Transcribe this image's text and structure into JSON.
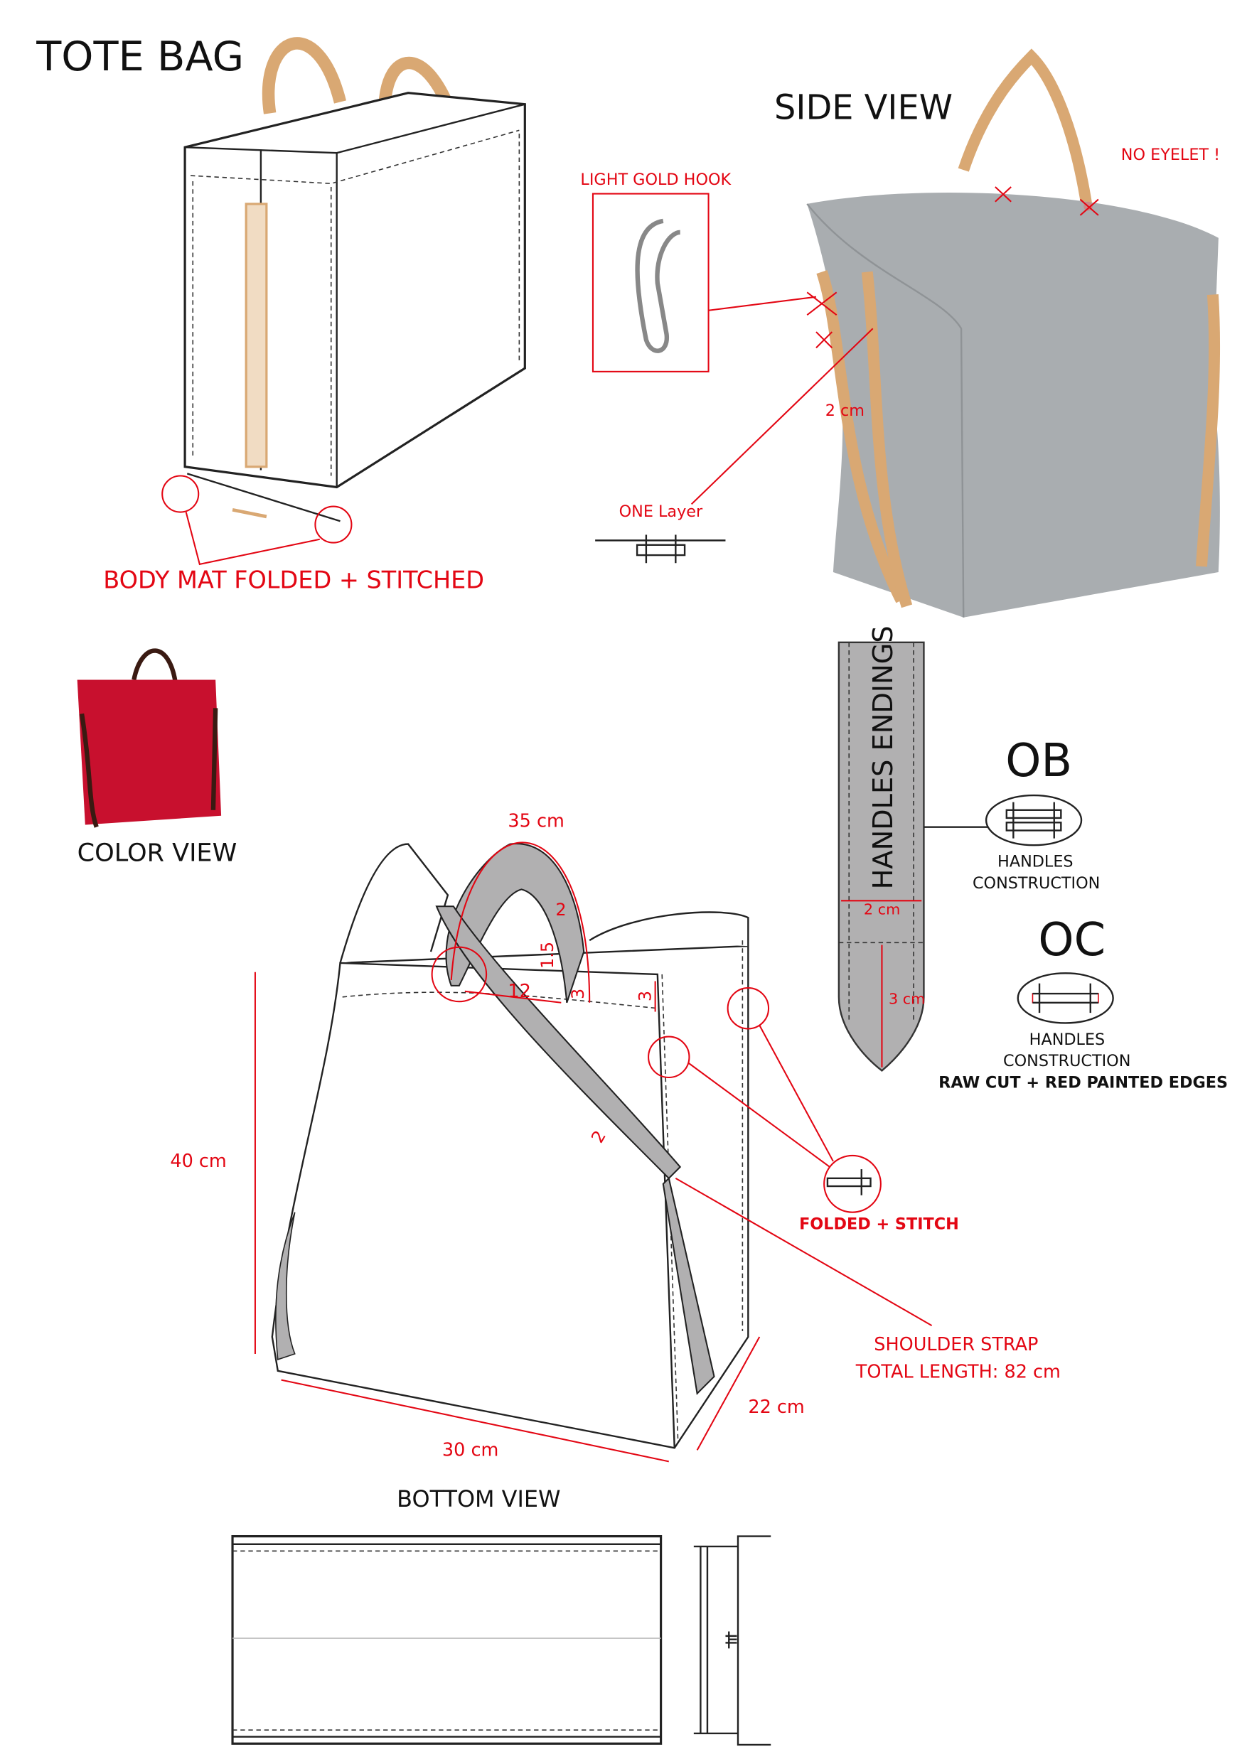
{
  "title": "TOTE BAG",
  "side_view": {
    "title": "SIDE VIEW",
    "hook_label": "LIGHT GOLD HOOK",
    "eyelet_note": "NO EYELET !",
    "strap_width": "2 cm",
    "layer_note": "ONE Layer"
  },
  "body_note": "BODY MAT FOLDED + STITCHED",
  "color_view": {
    "label": "COLOR VIEW",
    "color": "#c8102e"
  },
  "main_view": {
    "handle_length": "35 cm",
    "handle_width": "2",
    "handle_overlap": "1.5",
    "handle_stitch": "3",
    "handle_spacing": "12",
    "hem_depth": "3",
    "strap_width": "2",
    "height": "40 cm",
    "width": "30 cm",
    "depth": "22 cm",
    "folded_note": "FOLDED + STITCH",
    "shoulder_strap_title": "SHOULDER STRAP",
    "shoulder_strap_length": "TOTAL LENGTH: 82 cm"
  },
  "handles_endings": {
    "title": "HANDLES ENDINGS",
    "width": "2 cm",
    "length": "3 cm"
  },
  "ob": {
    "code": "OB",
    "line1": "HANDLES",
    "line2": "CONSTRUCTION"
  },
  "oc": {
    "code": "OC",
    "line1": "HANDLES",
    "line2": "CONSTRUCTION",
    "note": "RAW CUT + RED PAINTED EDGES"
  },
  "bottom_view": {
    "title": "BOTTOM VIEW"
  },
  "colors": {
    "accent": "#e30613",
    "leather": "#d9a873",
    "canvas_grey": "#a9adb0",
    "strap_grey": "#b1b0b1"
  }
}
